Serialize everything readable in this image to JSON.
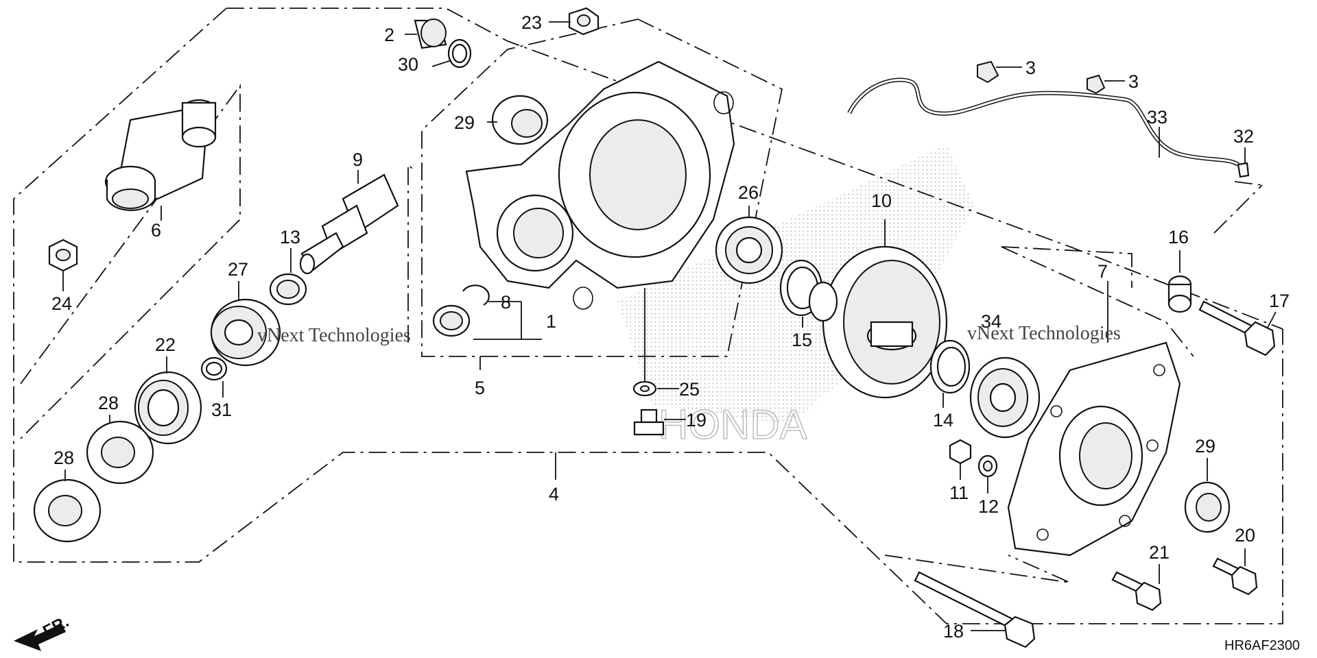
{
  "diagram": {
    "code": "HR6AF2300",
    "front_label": "FR.",
    "watermark_top": "vNext Technologies",
    "watermark_big": "vNext Technologies",
    "brand_watermark": "HONDA"
  },
  "callouts": {
    "c1": "1",
    "c2": "2",
    "c3a": "3",
    "c3b": "3",
    "c4": "4",
    "c5": "5",
    "c6": "6",
    "c7": "7",
    "c8": "8",
    "c9": "9",
    "c10": "10",
    "c11": "11",
    "c12": "12",
    "c13": "13",
    "c14": "14",
    "c15": "15",
    "c16": "16",
    "c17": "17",
    "c18": "18",
    "c19": "19",
    "c20": "20",
    "c21": "21",
    "c22": "22",
    "c23": "23",
    "c24": "24",
    "c25": "25",
    "c26": "26",
    "c27": "27",
    "c28a": "28",
    "c28b": "28",
    "c29a": "29",
    "c29b": "29",
    "c30": "30",
    "c31": "31",
    "c32": "32",
    "c33": "33",
    "c34": "34"
  }
}
